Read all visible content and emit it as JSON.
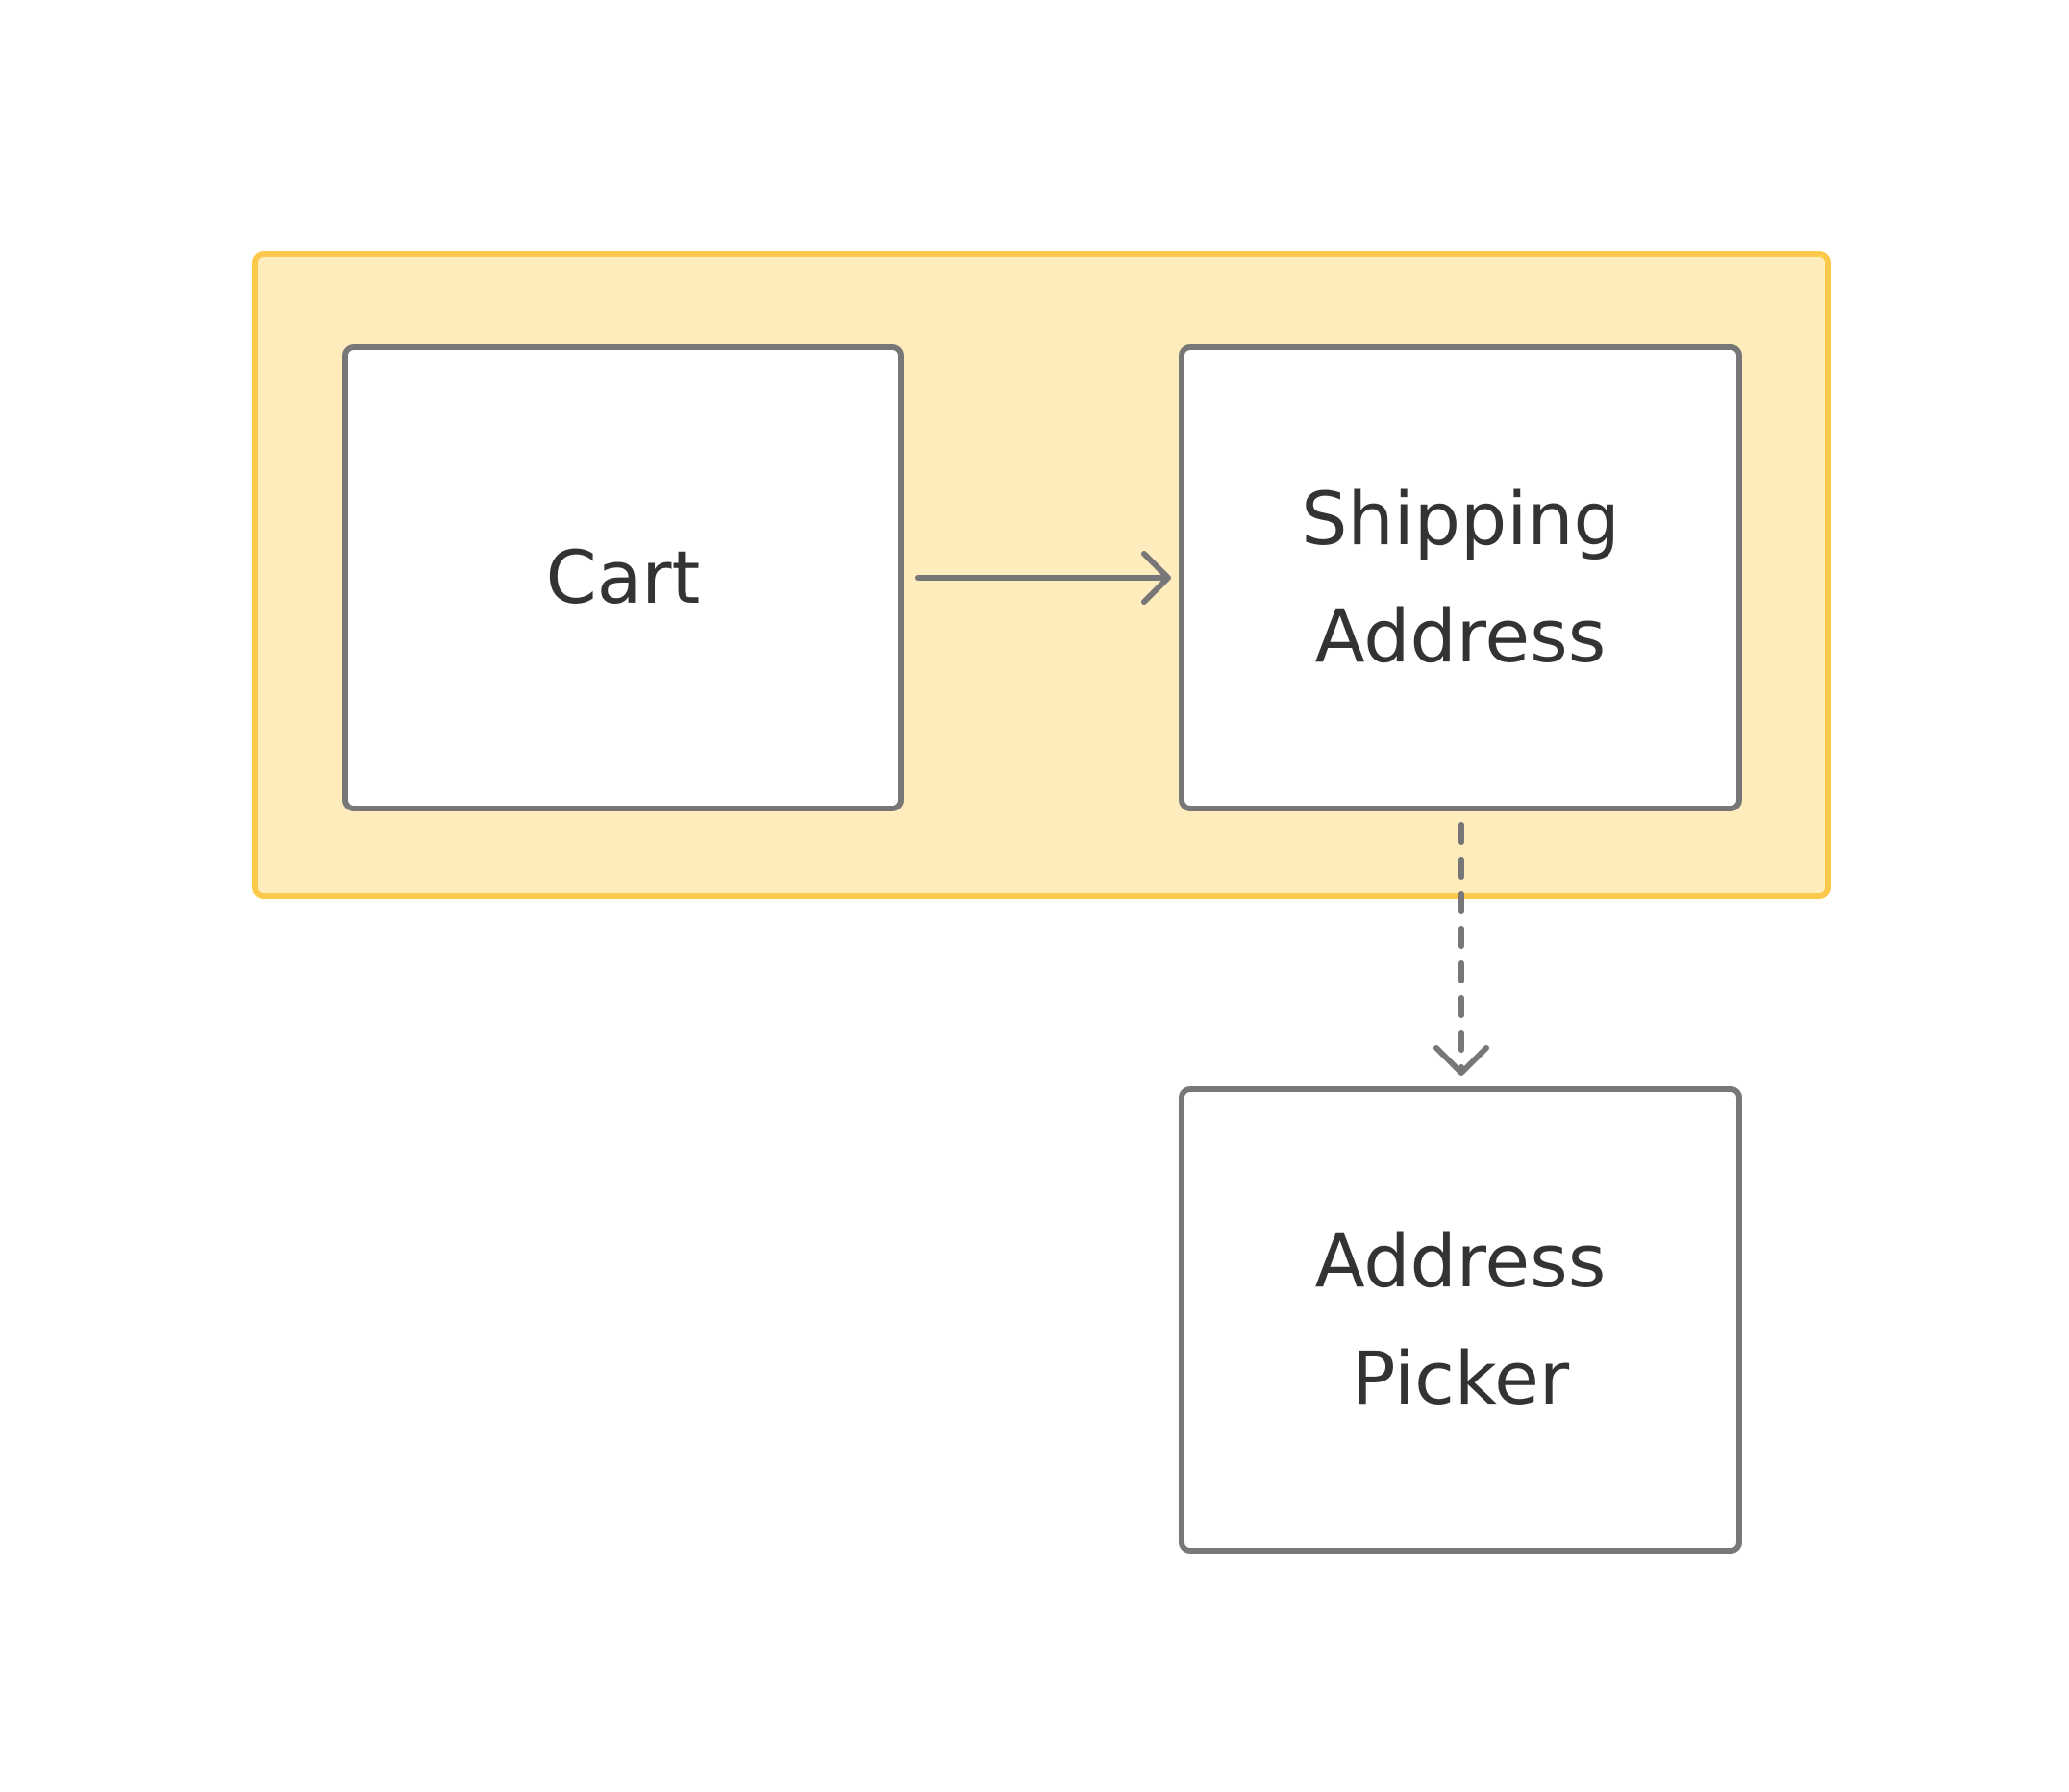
{
  "diagram": {
    "type": "flow",
    "group": {
      "fill_color": "#feecbd",
      "border_color": "#fdc94b"
    },
    "nodes": [
      {
        "id": "cart",
        "lines": [
          "Cart"
        ]
      },
      {
        "id": "shipping-address",
        "lines": [
          "Shipping",
          "Address"
        ]
      },
      {
        "id": "address-picker",
        "lines": [
          "Address",
          "Picker"
        ]
      }
    ],
    "edges": [
      {
        "from": "cart",
        "to": "shipping-address",
        "style": "solid"
      },
      {
        "from": "shipping-address",
        "to": "address-picker",
        "style": "dashed"
      }
    ],
    "node_border_color": "#777777",
    "text_color": "#333333"
  }
}
